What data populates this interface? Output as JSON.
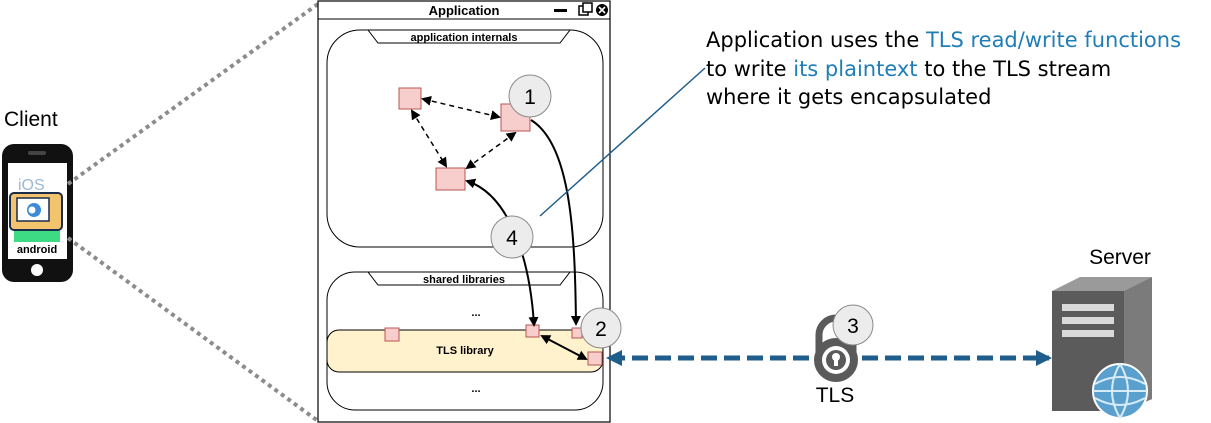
{
  "client": {
    "label": "Client",
    "os_top": "iOS",
    "os_bottom": "android"
  },
  "app_window": {
    "title": "Application",
    "internals_label": "application internals",
    "shared_label": "shared libraries",
    "ellipsis_top": "...",
    "tls_library_label": "TLS library",
    "ellipsis_bottom": "..."
  },
  "annotation": {
    "line1_prefix": "Application uses the ",
    "line1_highlight": "TLS read/write functions",
    "line2_prefix": "to write ",
    "line2_highlight": "its plaintext",
    "line2_suffix": " to the TLS stream",
    "line3": "where it gets encapsulated"
  },
  "badges": {
    "one": "1",
    "two": "2",
    "three": "3",
    "four": "4"
  },
  "tls_label": "TLS",
  "server": {
    "label": "Server"
  },
  "colors": {
    "highlight_text": "#1f7db7",
    "connection": "#1f5e8c",
    "component_fill": "#f8cecc",
    "tls_library_fill": "#fff2cc",
    "badge_fill": "#ececec",
    "server_body": "#6d6d6d",
    "globe": "#5aa0cf"
  },
  "icons": [
    "phone-icon",
    "window-minimize-icon",
    "window-restore-icon",
    "window-close-icon",
    "padlock-icon",
    "server-icon",
    "globe-icon"
  ]
}
